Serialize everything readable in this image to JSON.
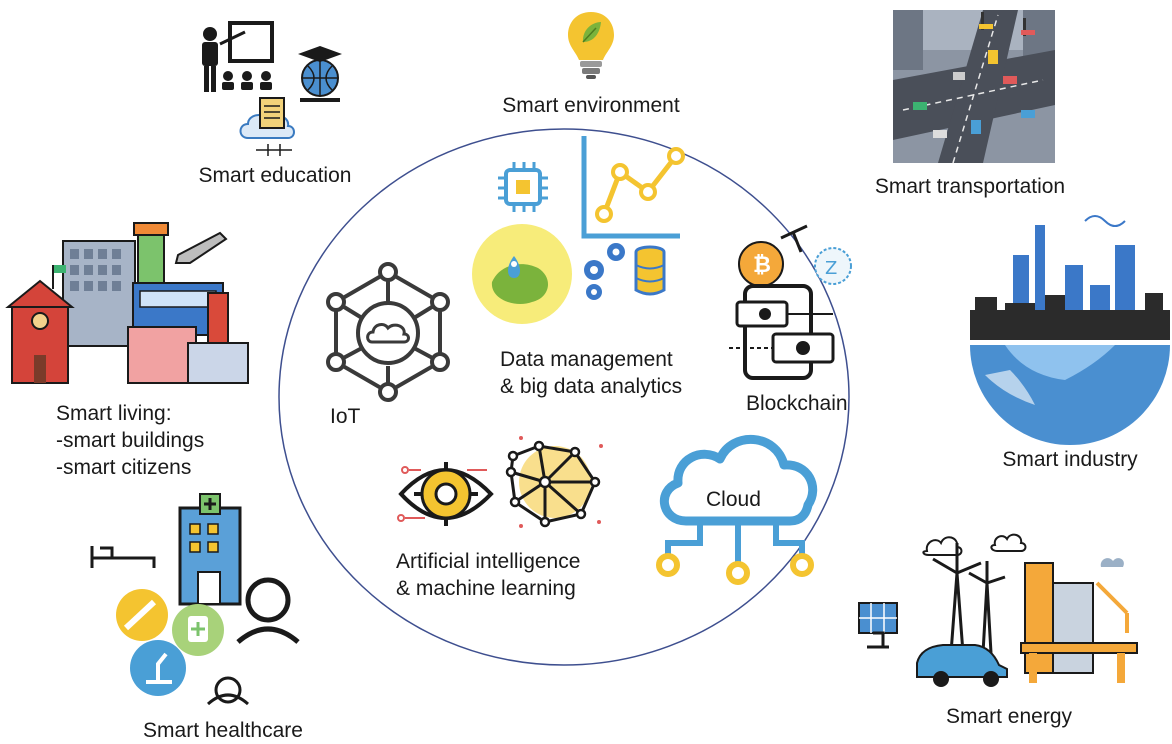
{
  "outer": {
    "environment": "Smart environment",
    "education": "Smart education",
    "transportation": "Smart transportation",
    "living": [
      "Smart living:",
      "-smart buildings",
      "-smart citizens"
    ],
    "industry": "Smart industry",
    "healthcare": "Smart healthcare",
    "energy": "Smart energy"
  },
  "inner": {
    "iot": "IoT",
    "data": [
      "Data management",
      "& big data analytics"
    ],
    "blockchain": "Blockchain",
    "cloud": "Cloud",
    "ai": [
      "Artificial intelligence",
      "& machine learning"
    ]
  },
  "colors": {
    "circle": "#3e4f8f",
    "accent_yellow": "#f4c430",
    "accent_blue": "#4a9fd6",
    "icon_dark": "#2b2b2b"
  }
}
